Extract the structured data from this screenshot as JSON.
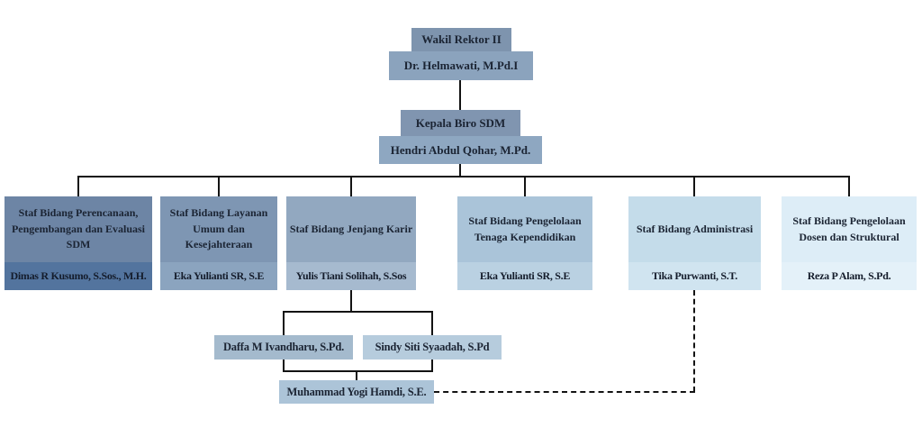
{
  "org_chart": {
    "root": {
      "title": "Wakil Rektor II",
      "name": "Dr. Helmawati, M.Pd.I"
    },
    "head": {
      "title": "Kepala Biro SDM",
      "name": "Hendri Abdul Qohar, M.Pd."
    },
    "departments": [
      {
        "title": "Staf Bidang Perencanaan, Pengembangan dan Evaluasi SDM",
        "name": "Dimas R Kusumo, S.Sos., M.H."
      },
      {
        "title": "Staf Bidang Layanan Umum dan Kesejahteraan",
        "name": "Eka Yulianti SR, S.E"
      },
      {
        "title": "Staf Bidang Jenjang Karir",
        "name": "Yulis Tiani Solihah, S.Sos"
      },
      {
        "title": "Staf Bidang Pengelolaan Tenaga Kependidikan",
        "name": "Eka Yulianti SR, S.E"
      },
      {
        "title": "Staf Bidang Administrasi",
        "name": "Tika Purwanti, S.T."
      },
      {
        "title": "Staf Bidang Pengelolaan Dosen dan Struktural",
        "name": "Reza P Alam, S.Pd."
      }
    ],
    "jenjang_karir_staff": [
      {
        "name": "Daffa M Ivandharu, S.Pd."
      },
      {
        "name": "Sindy Siti Syaadah, S.Pd"
      }
    ],
    "jenjang_karir_sub": {
      "name": "Muhammad Yogi Hamdi, S.E."
    }
  },
  "palette": {
    "line_color": "#131313",
    "text_color": "#1b2433",
    "department_title_colors": [
      "#6d85a5",
      "#7e96b3",
      "#92a8c0",
      "#aac4d9",
      "#c4dcea",
      "#ddedf7"
    ],
    "department_name_colors": [
      "#53749e",
      "#8ba4bf",
      "#a6bacf",
      "#bad1e2",
      "#d0e4f0",
      "#e4f1f9"
    ]
  }
}
